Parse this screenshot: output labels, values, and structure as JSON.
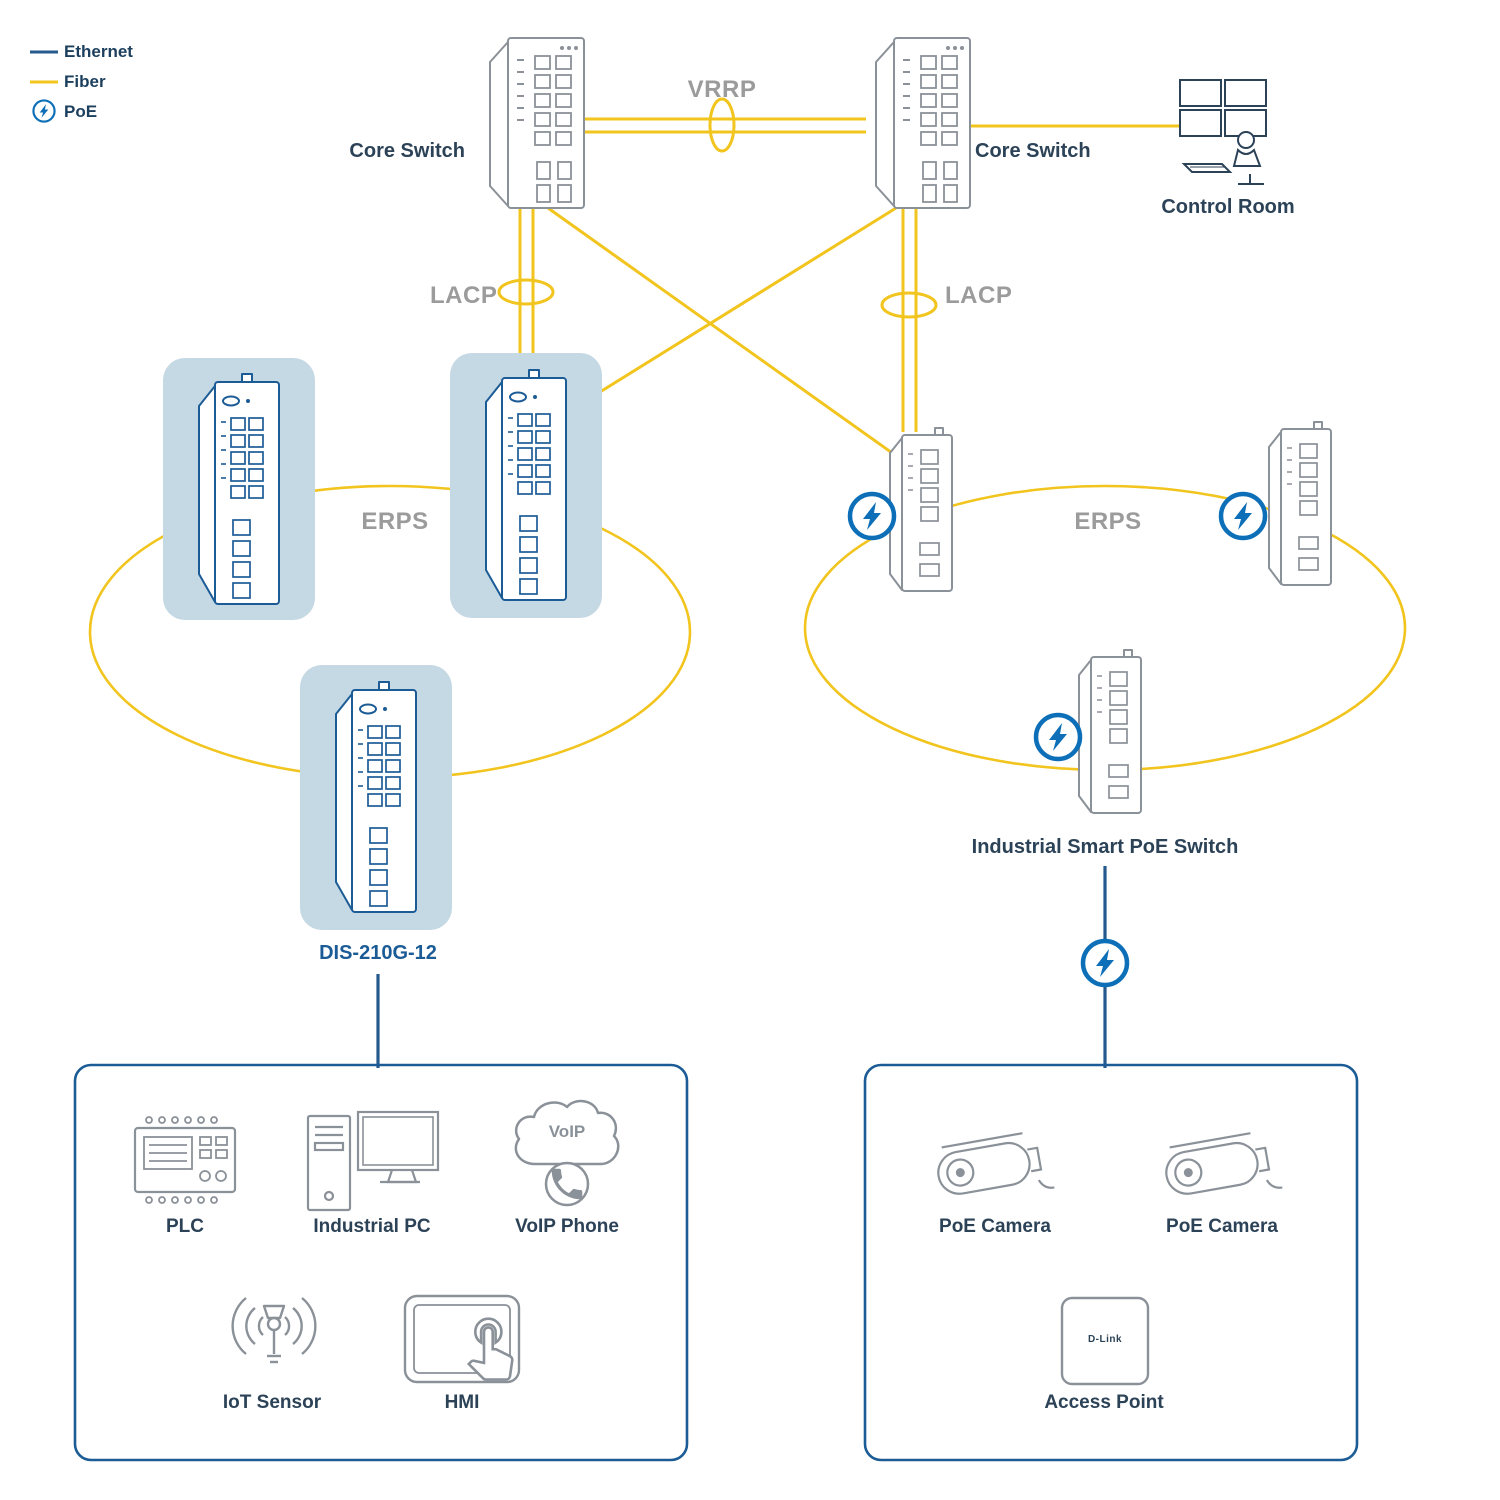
{
  "legend": {
    "ethernet": "Ethernet",
    "fiber": "Fiber",
    "poe": "PoE"
  },
  "protocols": {
    "vrrp": "VRRP",
    "lacp_left": "LACP",
    "lacp_right": "LACP",
    "erps_left": "ERPS",
    "erps_right": "ERPS"
  },
  "core": {
    "left_label": "Core Switch",
    "right_label": "Core Switch",
    "control_room": "Control Room"
  },
  "access_ring_left": {
    "model": "DIS-210G-12"
  },
  "access_ring_right": {
    "label": "Industrial Smart PoE Switch"
  },
  "endpoints_left": {
    "plc": "PLC",
    "industrial_pc": "Industrial PC",
    "voip_phone": "VoIP Phone",
    "iot_sensor": "IoT Sensor",
    "hmi": "HMI",
    "voip_cloud_text": "VoIP"
  },
  "endpoints_right": {
    "poe_camera_1": "PoE Camera",
    "poe_camera_2": "PoE Camera",
    "access_point": "Access Point",
    "access_point_logo": "D-Link"
  },
  "colors": {
    "ethernet_line": "#245a8d",
    "fiber_line": "#f2c41e",
    "poe_blue": "#0d6fb8",
    "dlink_blue": "#1c5c96",
    "highlight_bg": "#c5d9e4",
    "device_gray": "#8b9198",
    "protocol_gray": "#9b9b9b",
    "label_navy": "#2c4257"
  }
}
